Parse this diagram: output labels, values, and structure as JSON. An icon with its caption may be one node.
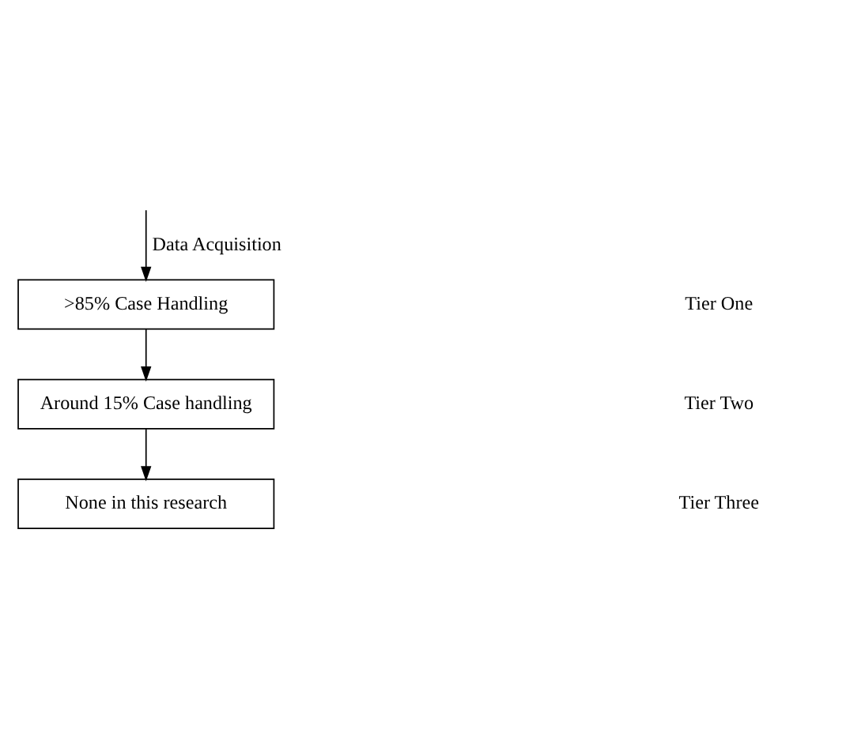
{
  "diagram": {
    "nodes": [
      {
        "text": [
          ">85% Case Handling"
        ]
      },
      {
        "text": [
          "Around 15% Case handling"
        ]
      },
      {
        "text": [
          "None in this research"
        ]
      }
    ],
    "edges": [
      {
        "from": null,
        "to": 0,
        "arrow": "to",
        "label": "Data Acquisition"
      },
      {
        "from": 0,
        "to": 1,
        "arrow": "to"
      },
      {
        "from": 1,
        "to": 2,
        "arrow": "to"
      }
    ],
    "labels": [
      "Tier One",
      "Tier Two",
      "Tier Three"
    ]
  }
}
